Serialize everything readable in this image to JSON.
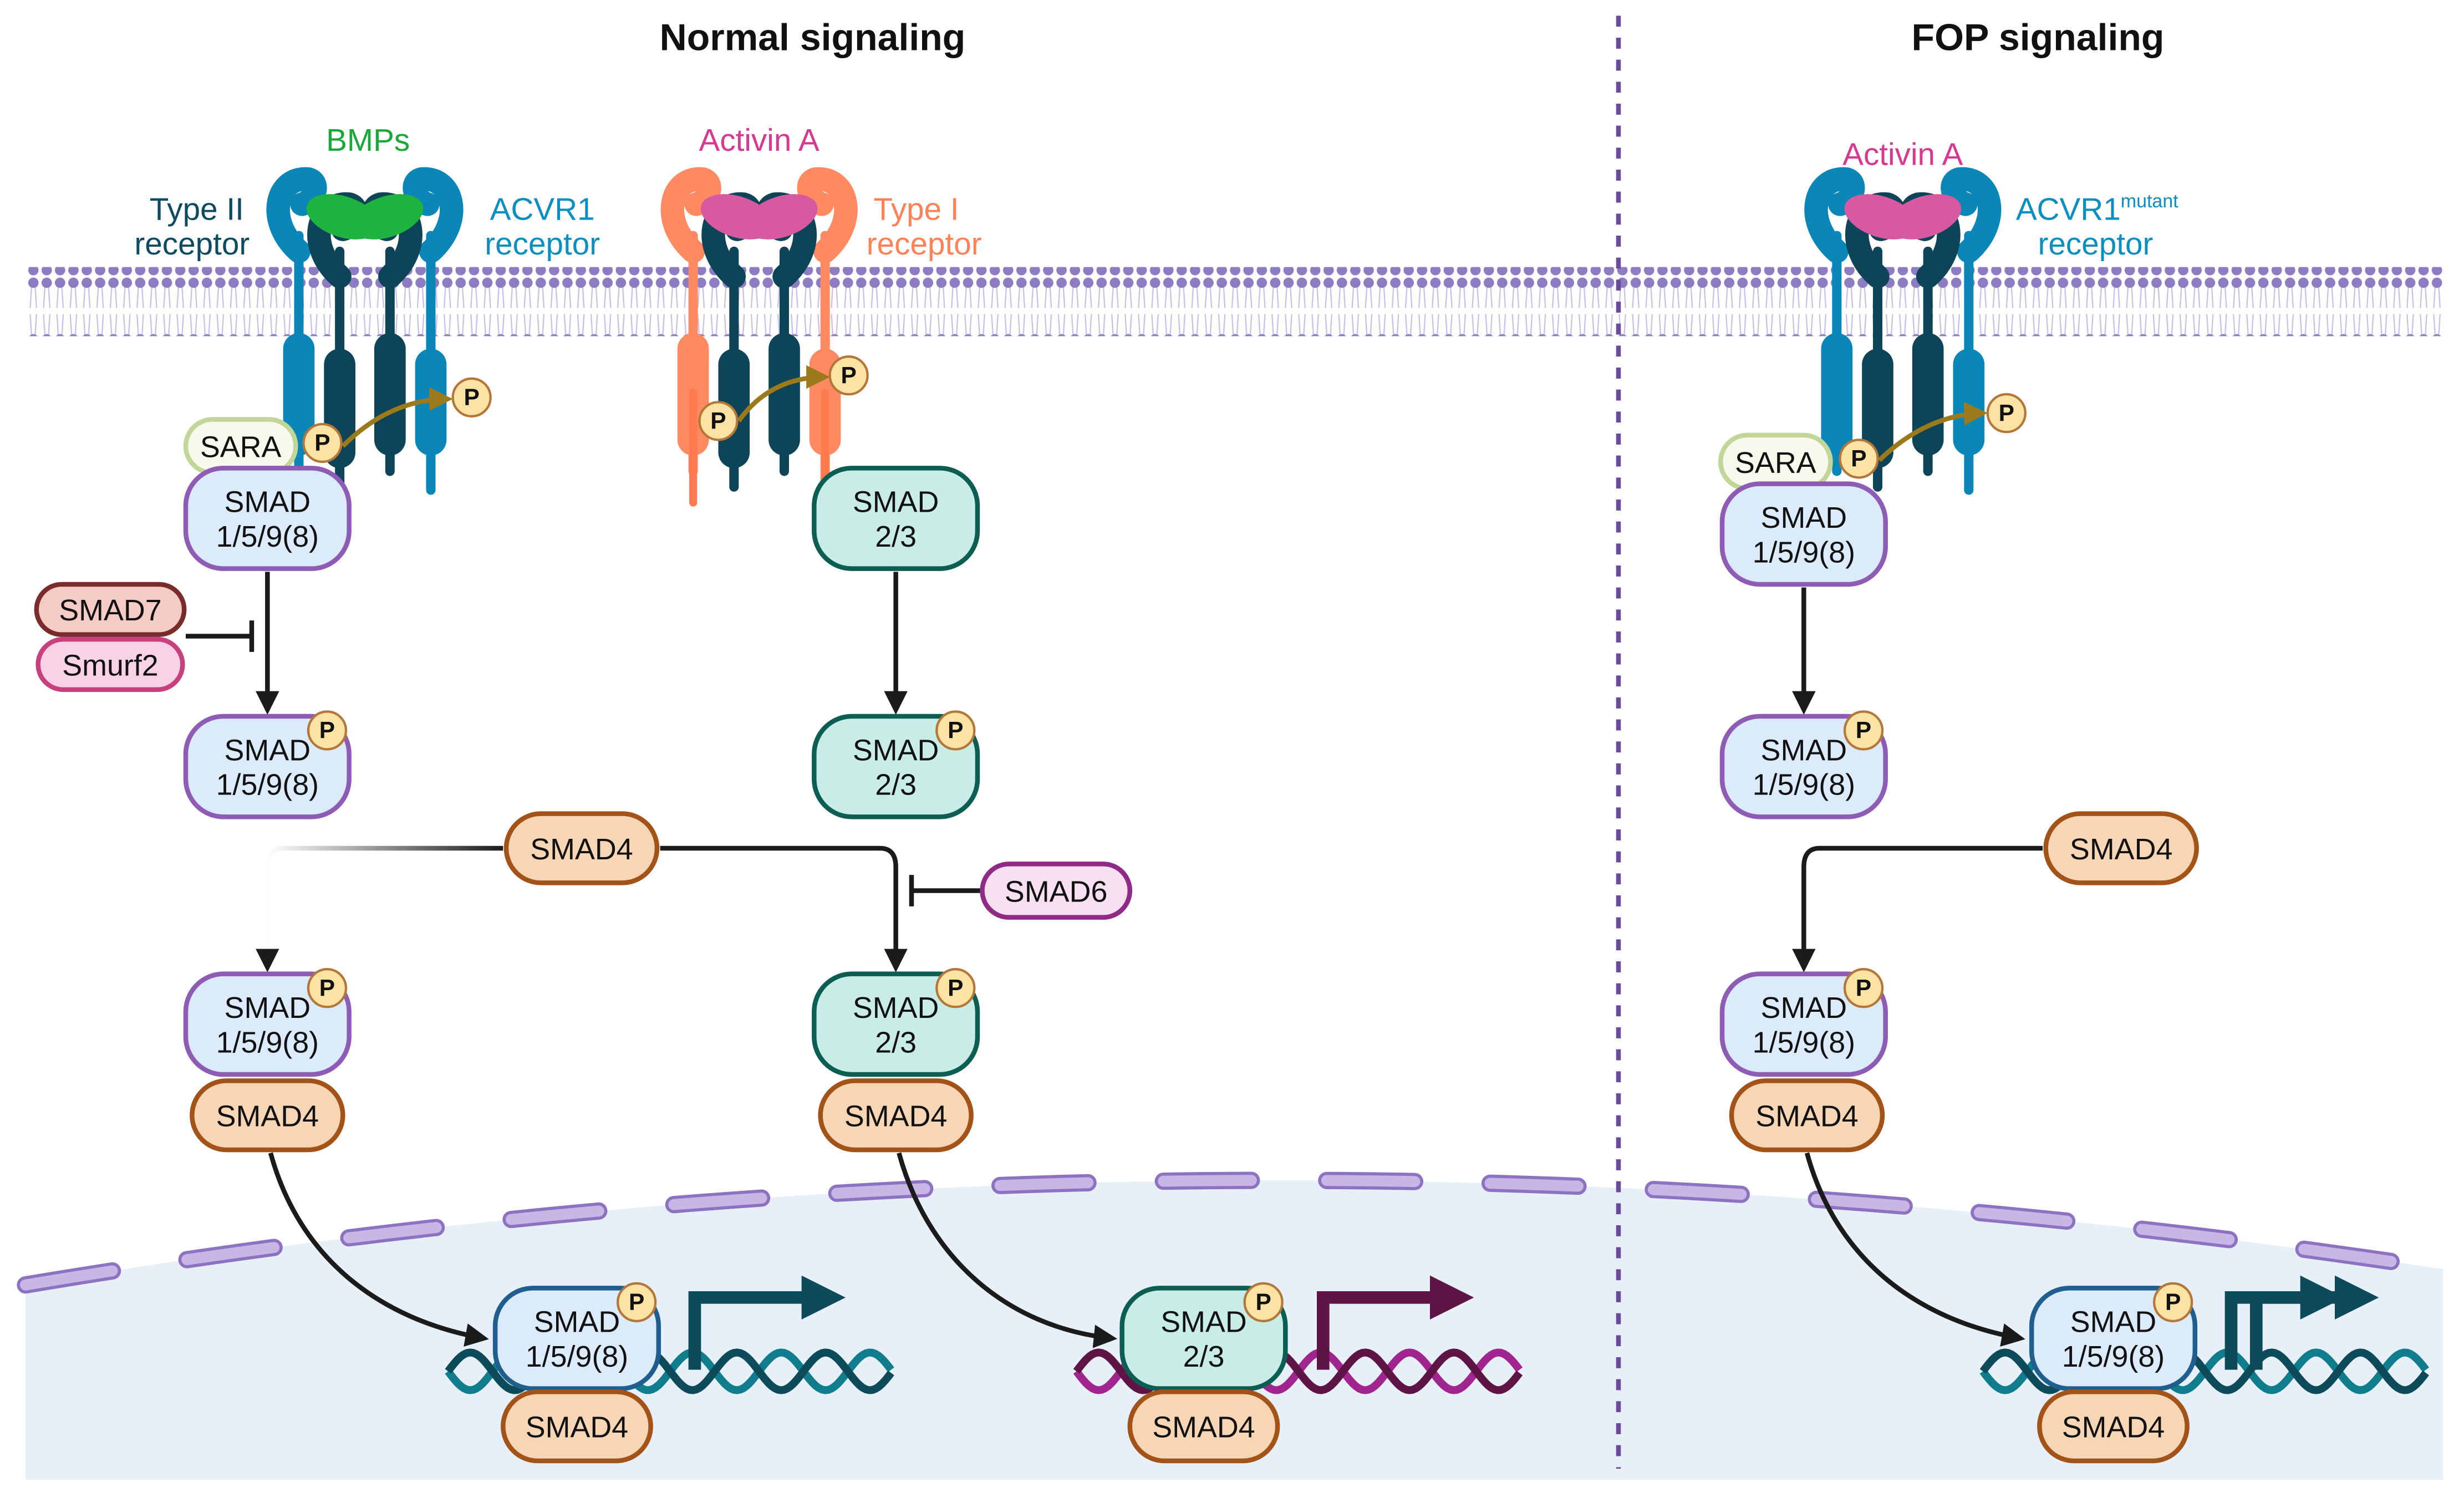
{
  "titles": {
    "normal": "Normal signaling",
    "fop": "FOP signaling"
  },
  "ligands": {
    "bmps": "BMPs",
    "activin_normal": "Activin A",
    "activin_fop": "Activin A"
  },
  "receptor_labels": {
    "type2": [
      "Type II",
      "receptor"
    ],
    "acvr1": [
      "ACVR1",
      "receptor"
    ],
    "type1": [
      "Type I",
      "receptor"
    ],
    "acvr1_mutant": {
      "name": "ACVR1",
      "superscript": "mutant",
      "line2": "receptor"
    }
  },
  "phospho_label": "P",
  "nodes": [
    {
      "id": "sara-normal",
      "kind": "sara",
      "lines": [
        "SARA"
      ]
    },
    {
      "id": "smad159-receptor",
      "kind": "smad159",
      "lines": [
        "SMAD",
        "1/5/9(8)"
      ]
    },
    {
      "id": "smad7",
      "kind": "smad7",
      "lines": [
        "SMAD7"
      ]
    },
    {
      "id": "smurf2",
      "kind": "smurf2",
      "lines": [
        "Smurf2"
      ]
    },
    {
      "id": "smad159-phos",
      "kind": "smad159",
      "lines": [
        "SMAD",
        "1/5/9(8)"
      ],
      "phospho": true
    },
    {
      "id": "smad4-shared",
      "kind": "smad4",
      "lines": [
        "SMAD4"
      ]
    },
    {
      "id": "smad159-complex",
      "kind": "smad159",
      "lines": [
        "SMAD",
        "1/5/9(8)"
      ],
      "phospho": true
    },
    {
      "id": "smad4-bmp-complex",
      "kind": "smad4",
      "lines": [
        "SMAD4"
      ]
    },
    {
      "id": "smad23-receptor",
      "kind": "smad23",
      "lines": [
        "SMAD",
        "2/3"
      ]
    },
    {
      "id": "smad23-phos",
      "kind": "smad23",
      "lines": [
        "SMAD",
        "2/3"
      ],
      "phospho": true
    },
    {
      "id": "smad6",
      "kind": "smad6",
      "lines": [
        "SMAD6"
      ]
    },
    {
      "id": "smad23-complex",
      "kind": "smad23",
      "lines": [
        "SMAD",
        "2/3"
      ],
      "phospho": true
    },
    {
      "id": "smad4-activin-complex",
      "kind": "smad4",
      "lines": [
        "SMAD4"
      ]
    },
    {
      "id": "smad159-nuclear",
      "kind": "smad159n",
      "lines": [
        "SMAD",
        "1/5/9(8)"
      ],
      "phospho": true
    },
    {
      "id": "smad4-nuclear-bmp",
      "kind": "smad4",
      "lines": [
        "SMAD4"
      ]
    },
    {
      "id": "smad23-nuclear",
      "kind": "smad23",
      "lines": [
        "SMAD",
        "2/3"
      ],
      "phospho": true
    },
    {
      "id": "smad4-nuclear-activin",
      "kind": "smad4",
      "lines": [
        "SMAD4"
      ]
    },
    {
      "id": "sara-fop",
      "kind": "sara",
      "lines": [
        "SARA"
      ]
    },
    {
      "id": "fop-smad159-receptor",
      "kind": "smad159",
      "lines": [
        "SMAD",
        "1/5/9(8)"
      ]
    },
    {
      "id": "fop-smad159-phos",
      "kind": "smad159",
      "lines": [
        "SMAD",
        "1/5/9(8)"
      ],
      "phospho": true
    },
    {
      "id": "fop-smad4",
      "kind": "smad4",
      "lines": [
        "SMAD4"
      ]
    },
    {
      "id": "fop-smad159-complex",
      "kind": "smad159",
      "lines": [
        "SMAD",
        "1/5/9(8)"
      ],
      "phospho": true
    },
    {
      "id": "fop-smad4-complex",
      "kind": "smad4",
      "lines": [
        "SMAD4"
      ]
    },
    {
      "id": "fop-smad159-nuclear",
      "kind": "smad159n",
      "lines": [
        "SMAD",
        "1/5/9(8)"
      ],
      "phospho": true
    },
    {
      "id": "fop-smad4-nuclear",
      "kind": "smad4",
      "lines": [
        "SMAD4"
      ]
    }
  ],
  "colors": {
    "bmp_green": "#1aa83a",
    "activin_pink": "#d6398f",
    "acvr1_blue": "#0a86b8",
    "type2_dark": "#0d4457",
    "type1_orange": "#ff8a62",
    "membrane": "#8e7cc3",
    "nucleus_fill": "#e7eff9",
    "envelope": "#b9a3d8",
    "divider": "#6b4a9a",
    "phospho_fill": "#fbe3a3",
    "phospho_stroke": "#b5763a",
    "kinase_arrow": "#9c7a1c",
    "dna_bmp": "#0f6f80",
    "dna_activin": "#8a1f7a",
    "gene_bmp": "#0d4b5a",
    "gene_activin": "#5e1545"
  }
}
